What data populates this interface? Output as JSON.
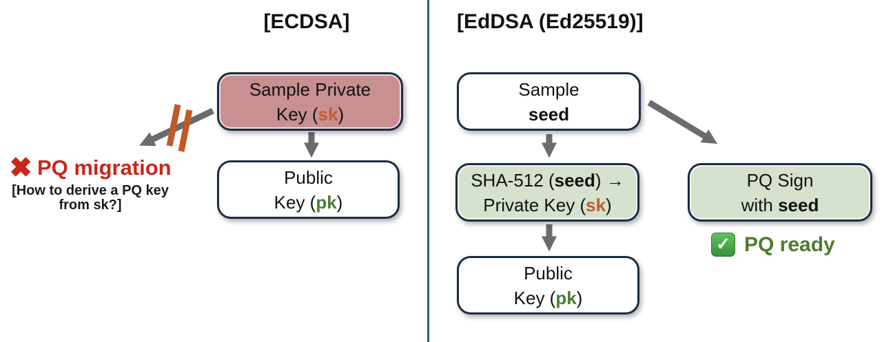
{
  "titles": {
    "left": "[ECDSA]",
    "right": "[EdDSA (Ed25519)]"
  },
  "colors": {
    "pink_fill": "#c99092",
    "green_fill": "#d6e2cd",
    "white_fill": "#ffffff",
    "border": "#1a2c42",
    "arrow": "#6b6b6b",
    "slash": "#bf5a28",
    "sk": "#c05c2c",
    "pk": "#4c7c34",
    "red": "#c9271c",
    "pq_ready_green": "#4e7c2f",
    "divider": "#2e5f7e"
  },
  "left_column": {
    "sample_private_key": {
      "line1": "Sample Private",
      "line2_prefix": "Key (",
      "line2_key": "sk",
      "line2_suffix": ")"
    },
    "public_key": {
      "line1": "Public",
      "line2_prefix": "Key (",
      "line2_key": "pk",
      "line2_suffix": ")"
    },
    "pq_migration": {
      "x_icon": "✖",
      "label": "PQ migration",
      "note_line1": "[How to derive a PQ key",
      "note_line2": "from sk?]"
    }
  },
  "right_column": {
    "sample_seed": {
      "line1": "Sample",
      "line2": "seed"
    },
    "sha512": {
      "line1_prefix": "SHA-512 (",
      "line1_bold": "seed",
      "line1_close": ") ",
      "line1_arrow": "→",
      "line2_prefix": "Private Key (",
      "line2_key": "sk",
      "line2_suffix": ")"
    },
    "public_key": {
      "line1": "Public",
      "line2_prefix": "Key (",
      "line2_key": "pk",
      "line2_suffix": ")"
    },
    "pq_sign": {
      "line1": "PQ Sign",
      "line2_prefix": "with ",
      "line2_bold": "seed"
    },
    "pq_ready": {
      "check_icon": "✓",
      "label": "PQ ready"
    }
  }
}
